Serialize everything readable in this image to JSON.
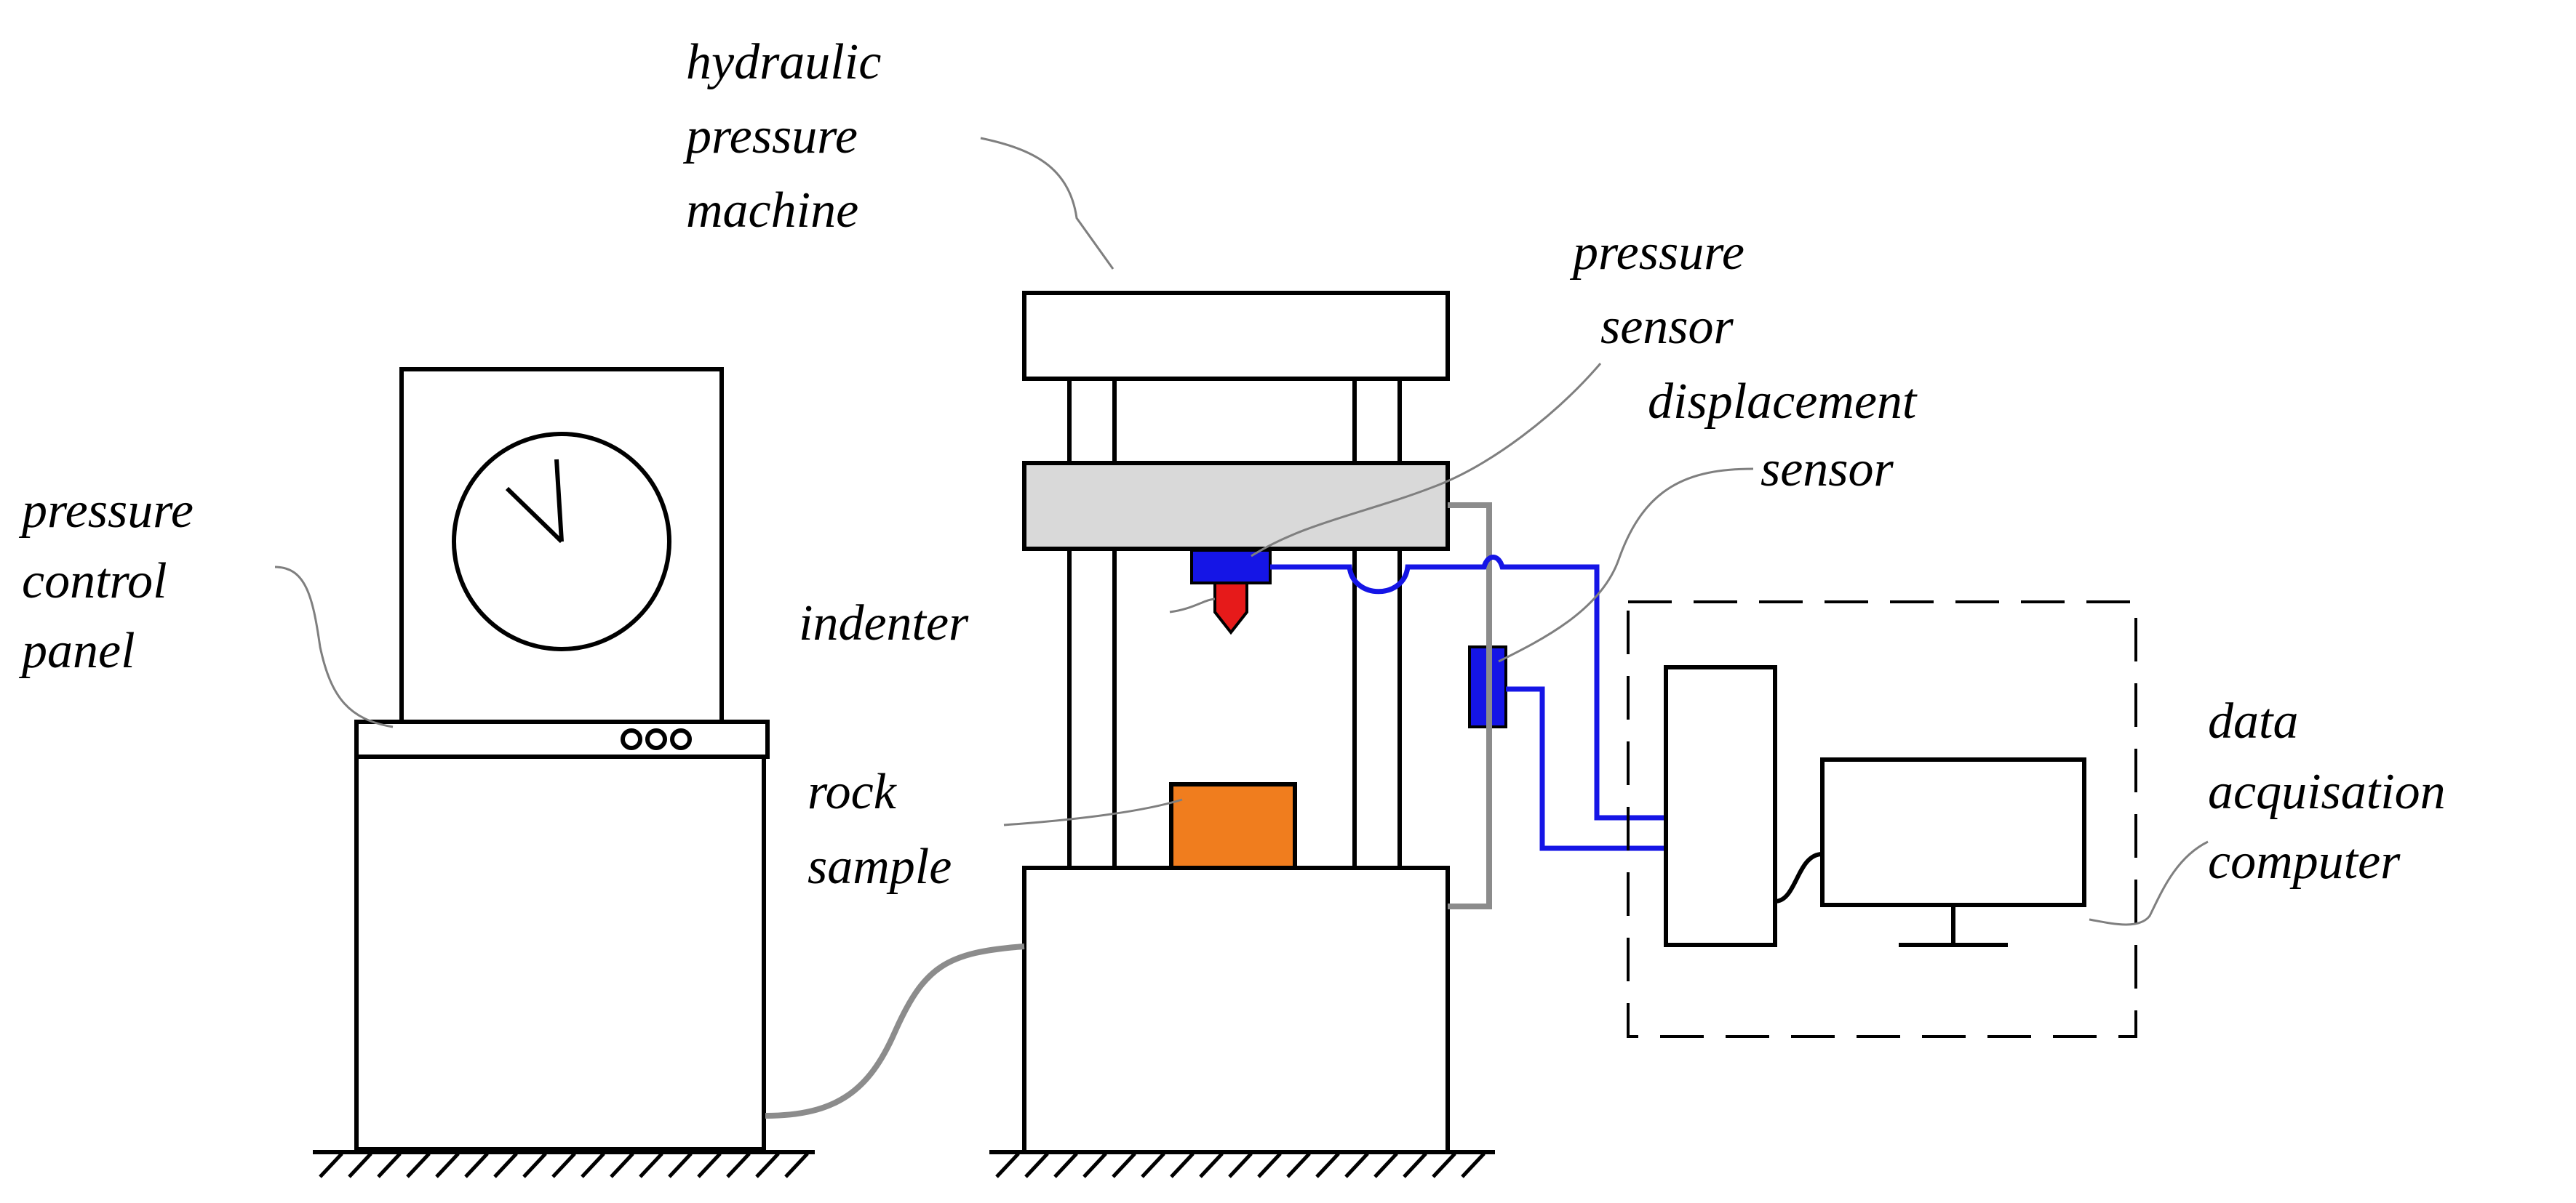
{
  "labels": {
    "hydraulic_machine": [
      "hydraulic",
      "pressure",
      "machine"
    ],
    "pressure_sensor": [
      "pressure",
      "sensor"
    ],
    "displacement_sensor": [
      "displacement",
      "sensor"
    ],
    "control_panel": [
      "pressure",
      "control",
      "panel"
    ],
    "indenter": "indenter",
    "rock_sample": [
      "rock",
      "sample"
    ],
    "computer": [
      "data",
      "acquisation",
      "computer"
    ]
  },
  "colors": {
    "sensor_blue": "#1515e6",
    "indenter_red": "#e61a1a",
    "rock_orange": "#f07d1e",
    "platen_gray": "#d9d9d9",
    "cable_gray": "#8c8c8c",
    "leader_gray": "#7f7f7f",
    "line_black": "#000000"
  }
}
